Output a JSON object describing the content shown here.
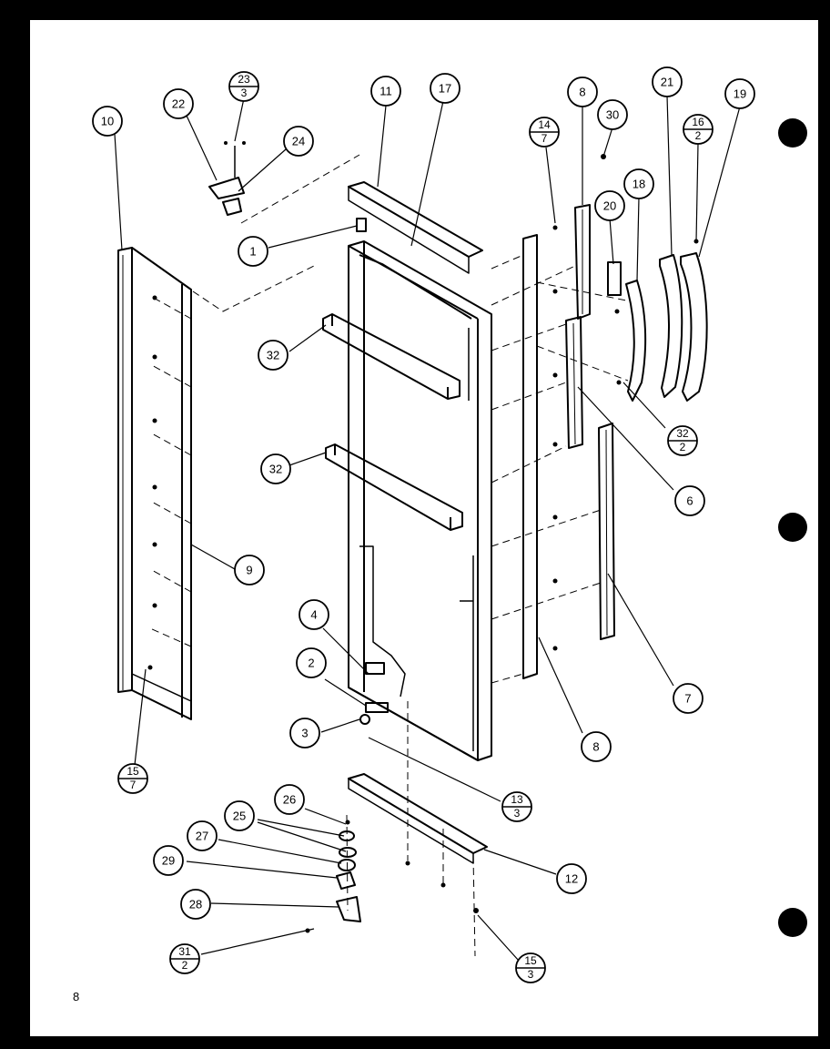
{
  "page_number": "8",
  "callouts": [
    {
      "id": "c10",
      "label": "10"
    },
    {
      "id": "c22",
      "label": "22"
    },
    {
      "id": "c24",
      "label": "24"
    },
    {
      "id": "c11",
      "label": "11"
    },
    {
      "id": "c17",
      "label": "17"
    },
    {
      "id": "c8a",
      "label": "8"
    },
    {
      "id": "c30",
      "label": "30"
    },
    {
      "id": "c21",
      "label": "21"
    },
    {
      "id": "c19",
      "label": "19"
    },
    {
      "id": "c18",
      "label": "18"
    },
    {
      "id": "c20",
      "label": "20"
    },
    {
      "id": "c1",
      "label": "1"
    },
    {
      "id": "c32a",
      "label": "32"
    },
    {
      "id": "c32b",
      "label": "32"
    },
    {
      "id": "c6",
      "label": "6"
    },
    {
      "id": "c9",
      "label": "9"
    },
    {
      "id": "c7",
      "label": "7"
    },
    {
      "id": "c4",
      "label": "4"
    },
    {
      "id": "c2",
      "label": "2"
    },
    {
      "id": "c3",
      "label": "3"
    },
    {
      "id": "c8b",
      "label": "8"
    },
    {
      "id": "c26",
      "label": "26"
    },
    {
      "id": "c25",
      "label": "25"
    },
    {
      "id": "c27",
      "label": "27"
    },
    {
      "id": "c29",
      "label": "29"
    },
    {
      "id": "c28",
      "label": "28"
    },
    {
      "id": "c12",
      "label": "12"
    }
  ],
  "fraction_callouts": [
    {
      "id": "f23_3",
      "top": "23",
      "bottom": "3"
    },
    {
      "id": "f14_7",
      "top": "14",
      "bottom": "7"
    },
    {
      "id": "f16_2",
      "top": "16",
      "bottom": "2"
    },
    {
      "id": "f32_2",
      "top": "32",
      "bottom": "2"
    },
    {
      "id": "f15_7",
      "top": "15",
      "bottom": "7"
    },
    {
      "id": "f13_3",
      "top": "13",
      "bottom": "3"
    },
    {
      "id": "f31_2",
      "top": "31",
      "bottom": "2"
    },
    {
      "id": "f15_3",
      "top": "15",
      "bottom": "3"
    }
  ]
}
